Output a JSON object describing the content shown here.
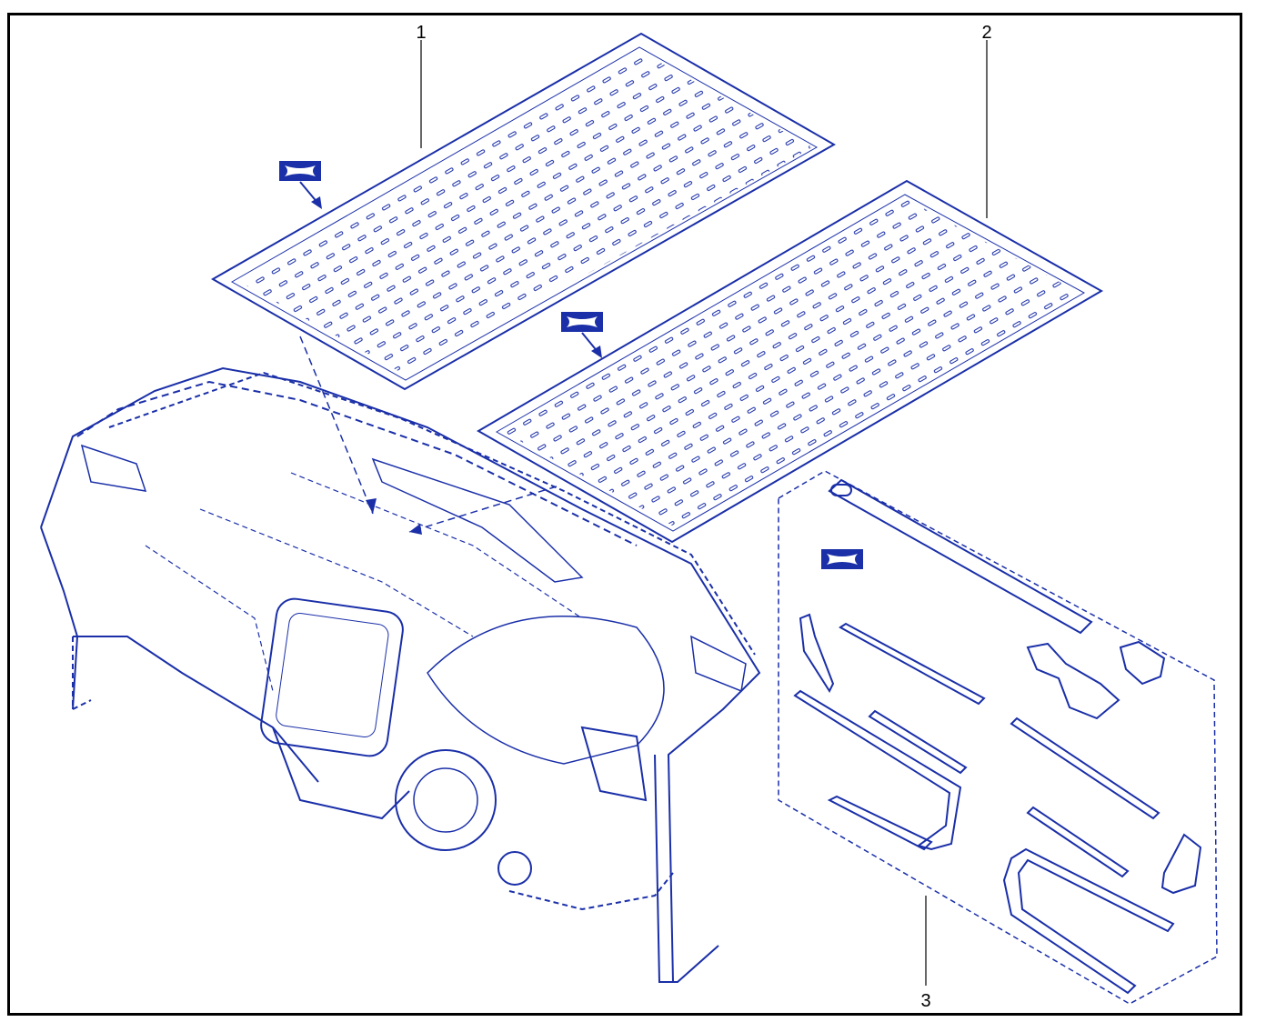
{
  "diagram": {
    "callouts": [
      {
        "id": "1",
        "label": "1"
      },
      {
        "id": "2",
        "label": "2"
      },
      {
        "id": "3",
        "label": "3"
      }
    ],
    "icons": [
      "adhesive-sheet-icon",
      "adhesive-sheet-icon",
      "adhesive-sheet-icon"
    ],
    "colors": {
      "line": "#1a2fa8",
      "frame": "#000000",
      "icon_fill": "#1a2fa8"
    }
  }
}
